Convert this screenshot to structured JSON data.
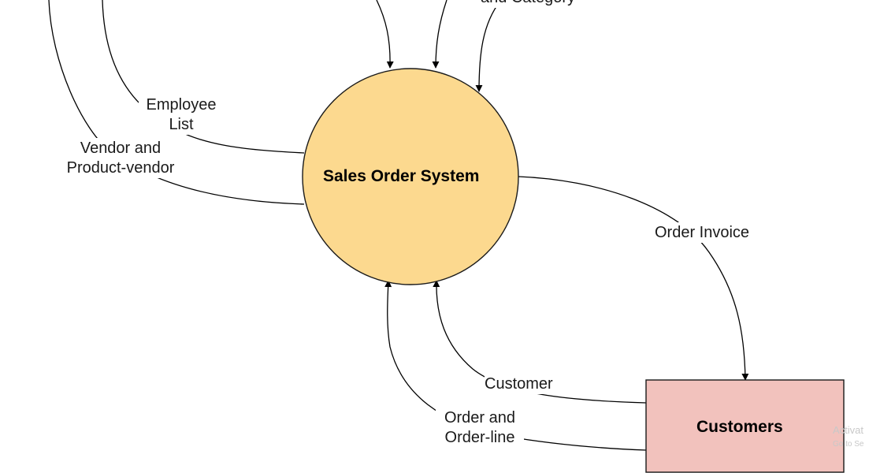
{
  "process": {
    "label": "Sales Order System",
    "fill": "#fcd98f",
    "stroke": "#1a1a1a"
  },
  "entity": {
    "label": "Customers",
    "fill": "#f2c2bd",
    "stroke": "#1a1a1a"
  },
  "flows": {
    "top_cut_label": "and Category",
    "employee_line1": "Employee",
    "employee_line2": "List",
    "vendor_line1": "Vendor and",
    "vendor_line2": "Product-vendor",
    "order_invoice": "Order Invoice",
    "customer": "Customer",
    "order_line1": "Order and",
    "order_line2": "Order-line"
  },
  "watermark": {
    "line1": "Activat",
    "line2": "Go to Se"
  }
}
